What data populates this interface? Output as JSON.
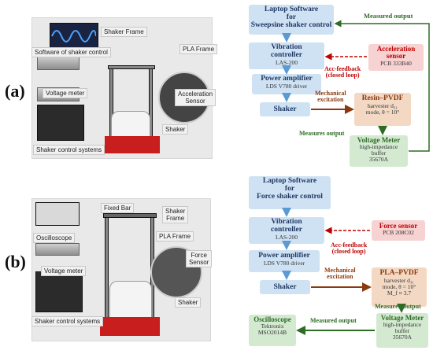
{
  "panel_a": {
    "label": "(a)",
    "photo_callouts": {
      "software": "Software of shaker control",
      "shaker_frame": "Shaker Frame",
      "pla_frame": "PLA Frame",
      "acceleration_sensor": "Acceleration\nSensor",
      "voltage_meter": "Voltage meter",
      "shaker": "Shaker",
      "shaker_control": "Shaker control systems"
    },
    "flow": {
      "laptop": {
        "title": "Laptop Software\nfor\nSweepsine shaker control"
      },
      "vibration": {
        "title": "Vibration\ncontroller",
        "sub": "LAS-200"
      },
      "power": {
        "title": "Power amplifier",
        "sub": "LDS V780 driver"
      },
      "shaker": {
        "title": "Shaker"
      },
      "sensor": {
        "title": "Acceleration\nsensor",
        "sub": "PCB 333B40"
      },
      "resin": {
        "title": "Resin–PVDF",
        "sub": "harvester d₃₁\nmode, θ = 10°"
      },
      "voltmeter": {
        "title": "Voltage Meter",
        "sub": "high-impedance\nbuffer\n35670A"
      },
      "measured_output": "Measured output",
      "acc_feedback": "Acc-feedback\n(closed loop)",
      "mechanical_excitation": "Mechanical\nexcitation",
      "measures_output": "Measures output"
    }
  },
  "panel_b": {
    "label": "(b)",
    "photo_callouts": {
      "fixed_bar": "Fixed Bar",
      "shaker_frame": "Shaker\nFrame",
      "pla_frame": "PLA Frame",
      "force_sensor": "Force\nSensor",
      "oscilloscope": "Oscilloscope",
      "voltage_meter": "Voltage meter",
      "shaker": "Shaker",
      "shaker_control": "Shaker control systems"
    },
    "flow": {
      "laptop": {
        "title": "Laptop Software\nfor\nForce shaker control"
      },
      "vibration": {
        "title": "Vibration\ncontroller",
        "sub": "LAS-200"
      },
      "power": {
        "title": "Power amplifier",
        "sub": "LDS V780 driver"
      },
      "shaker": {
        "title": "Shaker"
      },
      "sensor": {
        "title": "Force sensor",
        "sub": "PCB 208C02"
      },
      "pla": {
        "title": "PLA–PVDF",
        "sub": "harvester d₃₁\nmode, θ = 10°\nM_f ≈ 3.7"
      },
      "voltmeter": {
        "title": "Voltage Meter",
        "sub": "high-impedance\nbuffer\n35670A"
      },
      "oscilloscope": {
        "title": "Oscilloscope",
        "sub": "Tektronix\nMSO2014B"
      },
      "acc_feedback": "Acc-feedback\n(closed loop)",
      "mechanical_excitation": "Mechanical\nexcitation",
      "measured_output_1": "Measured output",
      "measured_output_2": "Measured output"
    }
  }
}
